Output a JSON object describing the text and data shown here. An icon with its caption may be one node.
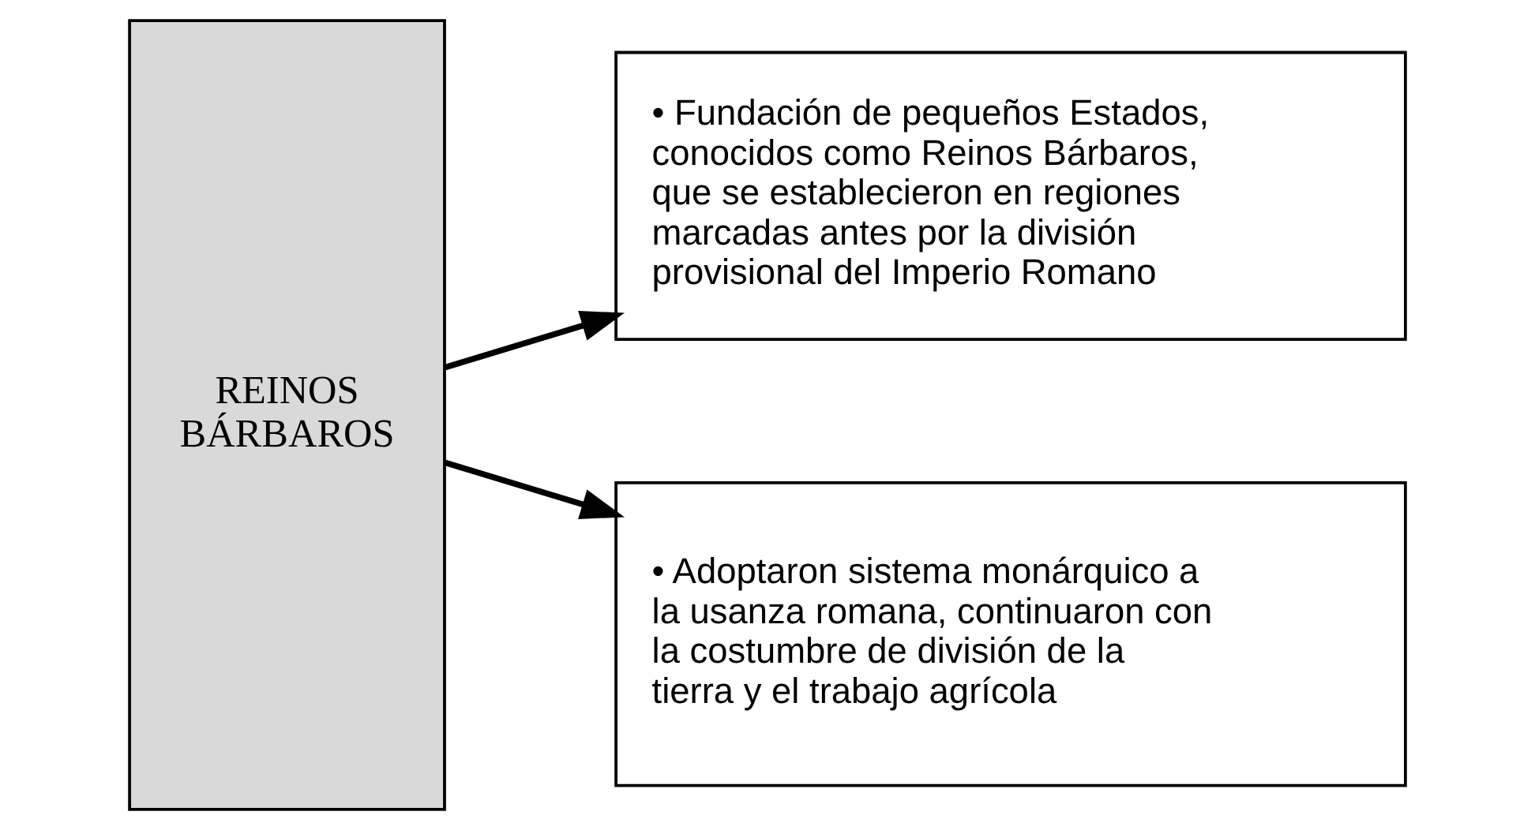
{
  "diagram": {
    "nodes": [
      {
        "text": [
          "REINOS BÁRBAROS"
        ]
      },
      {
        "text": [
          "• Fundación de pequeños Estados, conocidos como Reinos Bárbaros, que se establecieron en regiones marcadas antes por la división provisional del Imperio Romano"
        ]
      },
      {
        "text": [
          "• Adoptaron sistema monárquico a la usanza romana, continuaron con la costumbre de división de la tierra y el trabajo agrícola"
        ]
      }
    ],
    "edges": [
      {
        "from": 0,
        "to": 1,
        "arrow": "to"
      },
      {
        "from": 0,
        "to": 2,
        "arrow": "to"
      }
    ]
  }
}
